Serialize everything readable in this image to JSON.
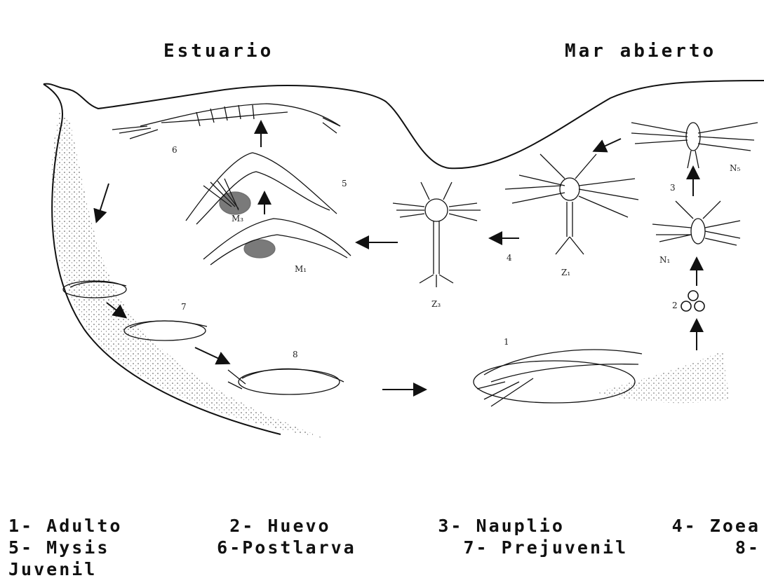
{
  "headers": {
    "left": "Estuario",
    "right": "Mar abierto"
  },
  "figure_labels": {
    "adult": "1",
    "egg": "2",
    "nauplius_stage": "3",
    "zoea_stage": "4",
    "mysis_stage": "5",
    "postlarva": "6",
    "prejuvenile": "7",
    "juvenile": "8",
    "n1": "N₁",
    "n5": "N₅",
    "z1": "Z₁",
    "z3": "Z₃",
    "m1": "M₁",
    "m3": "M₃"
  },
  "legend": {
    "row1": [
      "1- Adulto",
      "2- Huevo",
      "3- Nauplio",
      "4- Zoea"
    ],
    "row2": [
      "5- Mysis",
      "6-Postlarva",
      "7- Prejuvenil",
      "8-"
    ],
    "row3": "Juvenil"
  }
}
